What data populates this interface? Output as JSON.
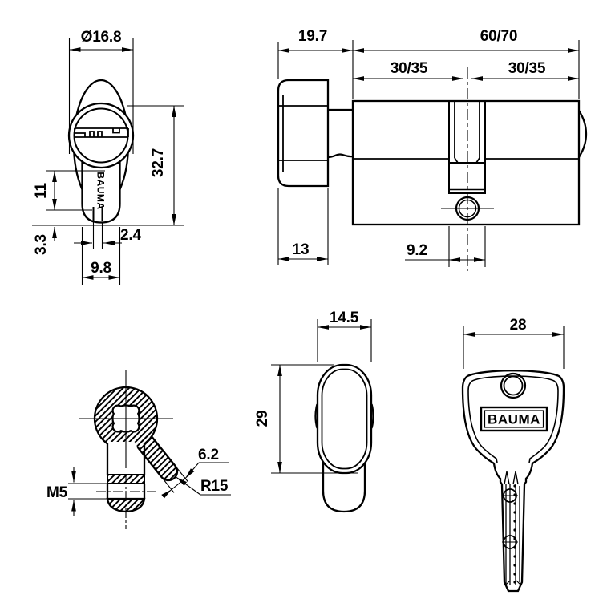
{
  "drawing": {
    "figures": {
      "front_view": {
        "dims": {
          "diameter": "Ø16.8",
          "total_height": "32.7",
          "engraving_length": "11",
          "bottom_offset": "3.3",
          "slot_width": "2.4",
          "body_width": "9.8"
        },
        "engraving": "BAUMA"
      },
      "side_view": {
        "dims": {
          "knob_length": "19.7",
          "body_length": "60/70",
          "left_half": "30/35",
          "right_half": "30/35",
          "knob_height": "13",
          "cam_gap": "9.2"
        }
      },
      "spindle_section": {
        "dims": {
          "arm_width": "6.2",
          "arm_end_radius": "R15",
          "thread_size": "M5"
        }
      },
      "thumbturn_front": {
        "dims": {
          "width": "14.5",
          "height": "29"
        }
      },
      "key_front": {
        "dims": {
          "head_width": "28"
        },
        "logo": "BAUMA"
      }
    }
  }
}
